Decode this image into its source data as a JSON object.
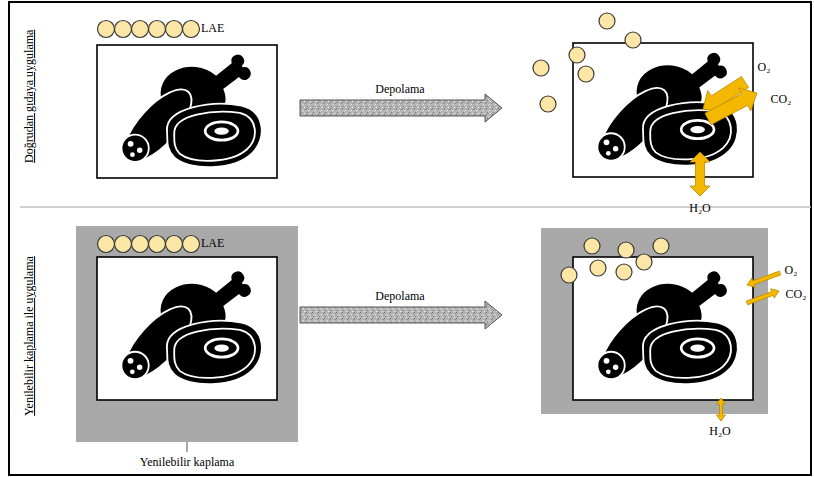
{
  "diagram": {
    "labels": [
      "Doğrudan gıdaya uygulama",
      "LAE",
      "Depolama",
      "O₂",
      "CO₂",
      "H₂O",
      "Yenilebilir kaplama ile uygulama",
      "LAE",
      "Depolama",
      "O₂",
      "CO₂",
      "H₂O",
      "Yenilebilir kaplama"
    ]
  }
}
